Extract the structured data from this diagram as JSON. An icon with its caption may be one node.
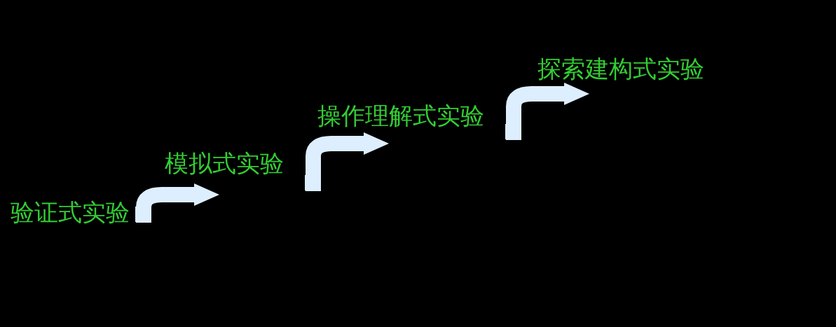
{
  "diagram": {
    "nodes": [
      {
        "text": [
          "验证式实验"
        ]
      },
      {
        "text": [
          "模拟式实验"
        ]
      },
      {
        "text": [
          "操作理解式实验"
        ]
      },
      {
        "text": [
          "探索建构式实验"
        ]
      }
    ],
    "edges": [
      {
        "from": 0,
        "to": 1,
        "arrow": "to"
      },
      {
        "from": 1,
        "to": 2,
        "arrow": "to"
      },
      {
        "from": 2,
        "to": 3,
        "arrow": "to"
      }
    ]
  }
}
